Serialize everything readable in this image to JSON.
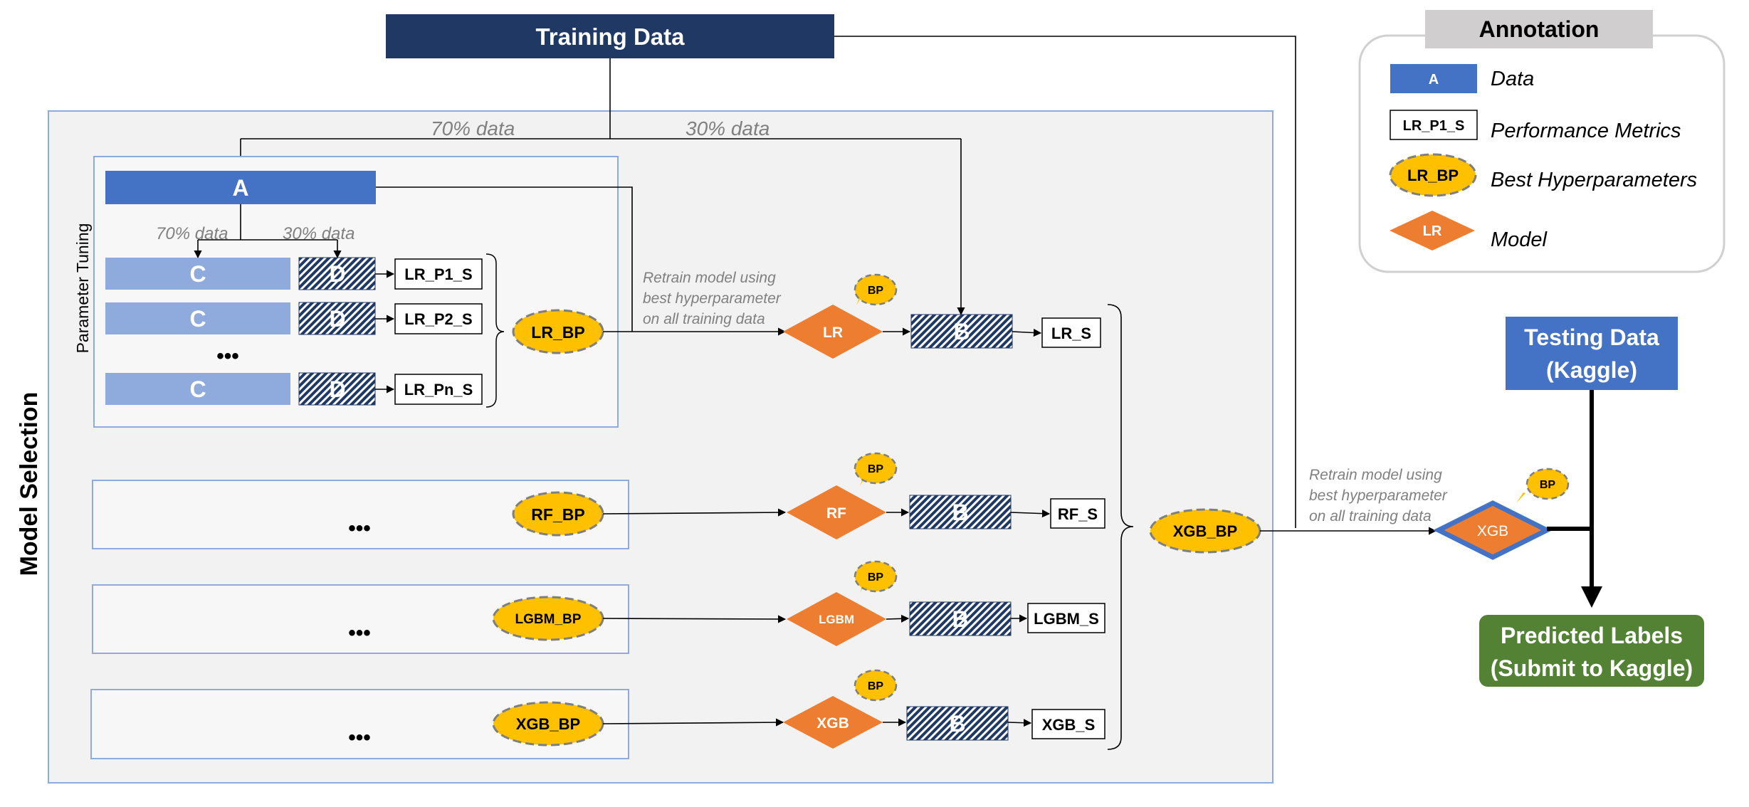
{
  "training_data": "Training Data",
  "split": {
    "train": "70% data",
    "test": "30% data"
  },
  "inner_split": {
    "train": "70% data",
    "test": "30% data"
  },
  "box_a": "A",
  "box_b": "B",
  "box_c": "C",
  "box_d": "D",
  "ellipsis": "•••",
  "section_label": "Model Selection",
  "tuning_label": "Parameter Tuning",
  "lr_scores": [
    "LR_P1_S",
    "LR_P2_S",
    "LR_Pn_S"
  ],
  "lr_bp": "LR_BP",
  "retrain_note": [
    "Retrain model using",
    "best hyperparameter",
    "on all training data"
  ],
  "bp": "BP",
  "models": [
    {
      "bp": "LR_BP",
      "model": "LR",
      "score": "LR_S"
    },
    {
      "bp": "RF_BP",
      "model": "RF",
      "score": "RF_S"
    },
    {
      "bp": "LGBM_BP",
      "model": "LGBM",
      "score": "LGBM_S"
    },
    {
      "bp": "XGB_BP",
      "model": "XGB",
      "score": "XGB_S"
    }
  ],
  "selected_bp": "XGB_BP",
  "final_model": "XGB",
  "testing_data": [
    "Testing Data",
    "(Kaggle)"
  ],
  "predicted": [
    "Predicted Labels",
    "(Submit to Kaggle)"
  ],
  "annotation": {
    "title": "Annotation",
    "items": [
      {
        "sample": "A",
        "label": "Data"
      },
      {
        "sample": "LR_P1_S",
        "label": "Performance Metrics"
      },
      {
        "sample": "LR_BP",
        "label": "Best Hyperparameters"
      },
      {
        "sample": "LR",
        "label": "Model"
      }
    ]
  },
  "colors": {
    "navy": "#203864",
    "blue": "#4472c4",
    "light_blue": "#8faadc",
    "gold": "#ffc000",
    "orange": "#ed7d31",
    "green": "#548235",
    "panel": "#f2f2f2",
    "gray_text": "#808080"
  }
}
